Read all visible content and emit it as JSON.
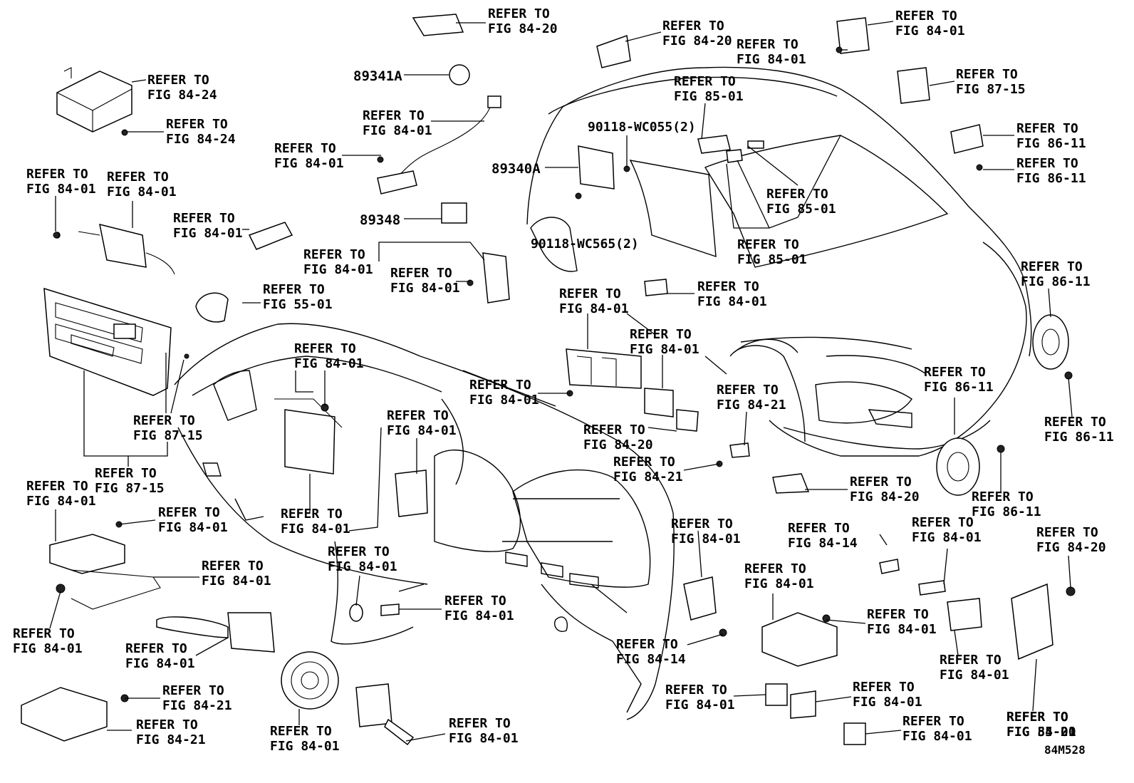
{
  "diagram": {
    "id_code": "84M528",
    "refer": "REFER TO",
    "part_numbers": {
      "p89341A": "89341A",
      "p89340A": "89340A",
      "p89348": "89348",
      "bolt_wc055": "90118-WC055(2)",
      "bolt_wc565": "90118-WC565(2)"
    },
    "callouts": [
      {
        "fig": "FIG 84-20"
      },
      {
        "fig": "FIG 84-20"
      },
      {
        "fig": "FIG 84-01"
      },
      {
        "fig": "FIG 84-01"
      },
      {
        "fig": "FIG 84-24"
      },
      {
        "fig": "FIG 84-24"
      },
      {
        "fig": "FIG 87-15"
      },
      {
        "fig": "FIG 85-01"
      },
      {
        "fig": "FIG 84-01"
      },
      {
        "fig": "FIG 84-01"
      },
      {
        "fig": "FIG 86-11"
      },
      {
        "fig": "FIG 86-11"
      },
      {
        "fig": "FIG 84-01"
      },
      {
        "fig": "FIG 84-01"
      },
      {
        "fig": "FIG 85-01"
      },
      {
        "fig": "FIG 84-01"
      },
      {
        "fig": "FIG 85-01"
      },
      {
        "fig": "FIG 84-01"
      },
      {
        "fig": "FIG 84-01"
      },
      {
        "fig": "FIG 86-11"
      },
      {
        "fig": "FIG 55-01"
      },
      {
        "fig": "FIG 84-01"
      },
      {
        "fig": "FIG 84-01"
      },
      {
        "fig": "FIG 84-01"
      },
      {
        "fig": "FIG 84-01"
      },
      {
        "fig": "FIG 86-11"
      },
      {
        "fig": "FIG 84-01"
      },
      {
        "fig": "FIG 84-21"
      },
      {
        "fig": "FIG 84-01"
      },
      {
        "fig": "FIG 86-11"
      },
      {
        "fig": "FIG 87-15"
      },
      {
        "fig": "FIG 84-20"
      },
      {
        "fig": "FIG 84-21"
      },
      {
        "fig": "FIG 87-15"
      },
      {
        "fig": "FIG 84-01"
      },
      {
        "fig": "FIG 84-20"
      },
      {
        "fig": "FIG 86-11"
      },
      {
        "fig": "FIG 84-01"
      },
      {
        "fig": "FIG 84-01"
      },
      {
        "fig": "FIG 84-01"
      },
      {
        "fig": "FIG 84-14"
      },
      {
        "fig": "FIG 84-01"
      },
      {
        "fig": "FIG 84-01"
      },
      {
        "fig": "FIG 84-20"
      },
      {
        "fig": "FIG 84-01"
      },
      {
        "fig": "FIG 84-01"
      },
      {
        "fig": "FIG 84-01"
      },
      {
        "fig": "FIG 84-01"
      },
      {
        "fig": "FIG 84-01"
      },
      {
        "fig": "FIG 84-01"
      },
      {
        "fig": "FIG 84-01"
      },
      {
        "fig": "FIG 84-14"
      },
      {
        "fig": "FIG 84-21"
      },
      {
        "fig": "FIG 84-01"
      },
      {
        "fig": "FIG 84-01"
      },
      {
        "fig": "FIG 84-01"
      },
      {
        "fig": "FIG 84-21"
      },
      {
        "fig": "FIG 84-01"
      },
      {
        "fig": "FIG 84-01"
      },
      {
        "fig": "FIG 55-01"
      },
      {
        "fig": "FIG 84-20"
      }
    ]
  }
}
